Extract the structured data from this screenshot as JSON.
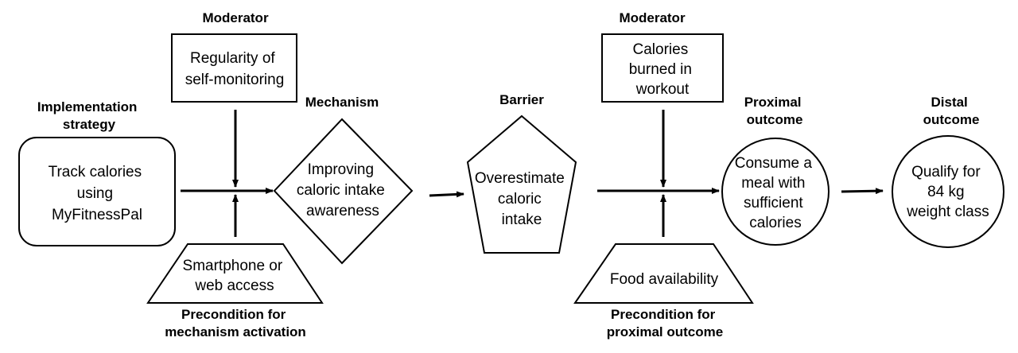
{
  "headings": {
    "moderator_left": "Moderator",
    "implementation_strategy": [
      "Implementation",
      "strategy"
    ],
    "mechanism": "Mechanism",
    "barrier": "Barrier",
    "moderator_right": "Moderator",
    "proximal_outcome": [
      "Proximal",
      "outcome"
    ],
    "distal_outcome": [
      "Distal",
      "outcome"
    ],
    "precondition_mechanism": [
      "Precondition for",
      "mechanism activation"
    ],
    "precondition_proximal": [
      "Precondition for",
      "proximal outcome"
    ]
  },
  "boxes": {
    "strategy": [
      "Track calories",
      "using",
      "MyFitnessPal"
    ],
    "moderator_left": [
      "Regularity of",
      "self-monitoring"
    ],
    "precondition_left": [
      "Smartphone or",
      "web access"
    ],
    "mechanism": [
      "Improving",
      "caloric intake",
      "awareness"
    ],
    "barrier": [
      "Overestimate",
      "caloric",
      "intake"
    ],
    "moderator_right": [
      "Calories",
      "burned in",
      "workout"
    ],
    "precondition_right": [
      "Food availability"
    ],
    "proximal": [
      "Consume a",
      "meal with",
      "sufficient",
      "calories"
    ],
    "distal": [
      "Qualify for",
      "84 kg",
      "weight class"
    ]
  }
}
